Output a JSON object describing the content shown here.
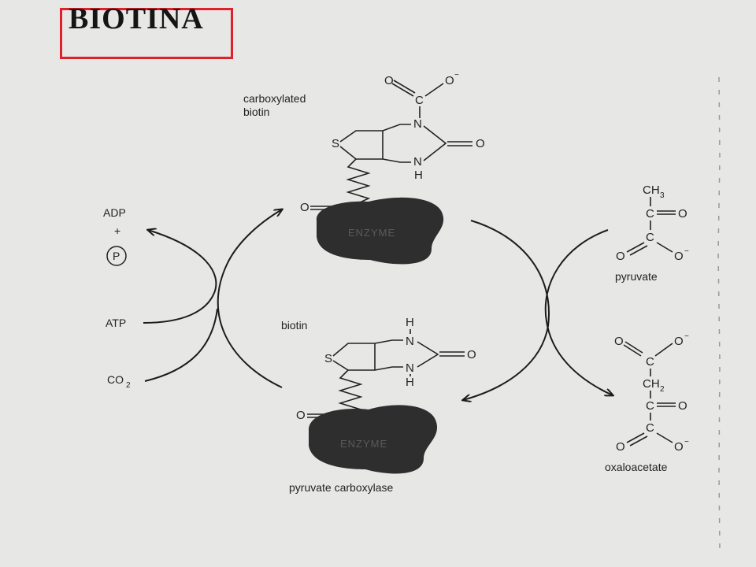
{
  "title": "BIOTINA",
  "colors": {
    "title_border": "#e0202a",
    "background": "#e7e7e6",
    "enzyme_fill": "#2e2e2e"
  },
  "diagram": {
    "carboxylated_biotin_label_1": "carboxylated",
    "carboxylated_biotin_label_2": "biotin",
    "biotin_label": "biotin",
    "enzyme_label": "ENZYME",
    "enzyme_name": "pyruvate carboxylase",
    "adp": "ADP",
    "plus": "+",
    "phosphate": "P",
    "atp": "ATP",
    "co2": "CO",
    "co2_sub": "2",
    "pyruvate": "pyruvate",
    "oxaloacetate": "oxaloacetate",
    "atoms": {
      "S": "S",
      "N": "N",
      "H": "H",
      "O": "O",
      "C": "C",
      "O_minus": "O",
      "minus": "−",
      "CH3": "CH",
      "CH3_sub": "3",
      "CH2": "CH",
      "CH2_sub": "2"
    }
  }
}
